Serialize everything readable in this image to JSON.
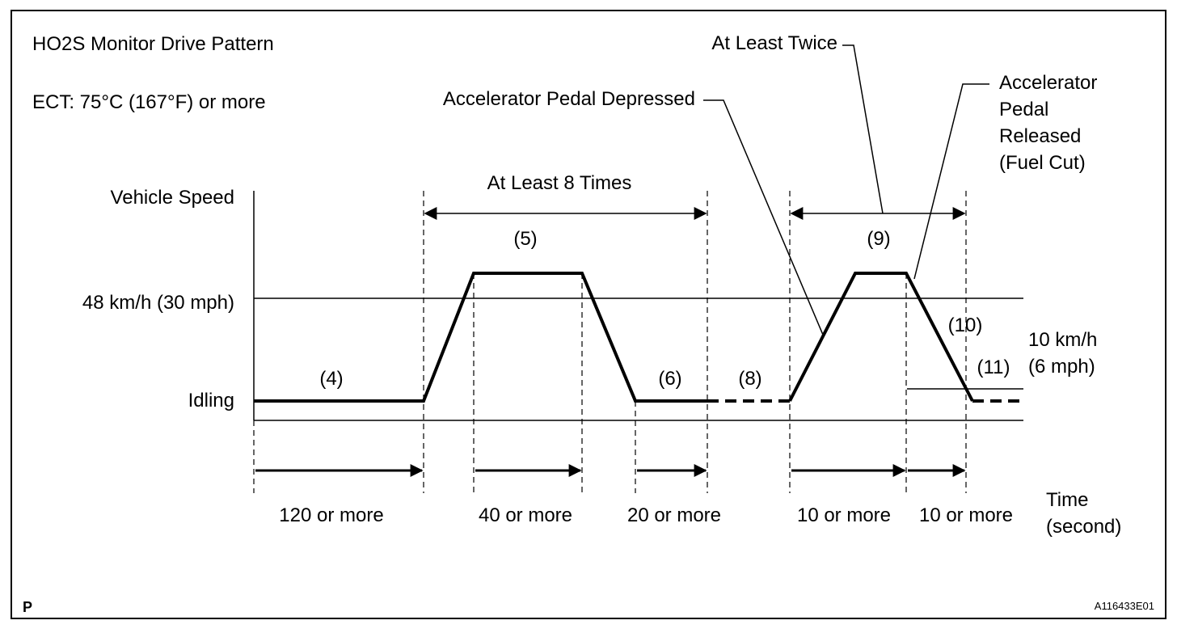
{
  "title": "HO2S Monitor Drive Pattern",
  "condition": "ECT: 75°C (167°F) or more",
  "axes": {
    "y_label": "Vehicle Speed",
    "y_ticks": [
      "48 km/h (30 mph)",
      "Idling"
    ],
    "x_label_line1": "Time",
    "x_label_line2": "(second)"
  },
  "threshold": {
    "line1": "10 km/h",
    "line2": "(6 mph)"
  },
  "annotations": {
    "at_least_8_times": "At Least 8 Times",
    "at_least_twice": "At Least Twice",
    "pedal_depressed": "Accelerator Pedal Depressed",
    "pedal_released_line1": "Accelerator",
    "pedal_released_line2": "Pedal",
    "pedal_released_line3": "Released",
    "pedal_released_line4": "(Fuel Cut)"
  },
  "steps": {
    "s4": "(4)",
    "s5": "(5)",
    "s6": "(6)",
    "s8": "(8)",
    "s9": "(9)",
    "s10": "(10)",
    "s11": "(11)"
  },
  "durations": {
    "d1": "120 or more",
    "d2": "40 or more",
    "d3": "20 or more",
    "d4": "10 or more",
    "d5": "10 or more"
  },
  "footer": {
    "corner_mark": "P",
    "figure_id": "A116433E01"
  }
}
